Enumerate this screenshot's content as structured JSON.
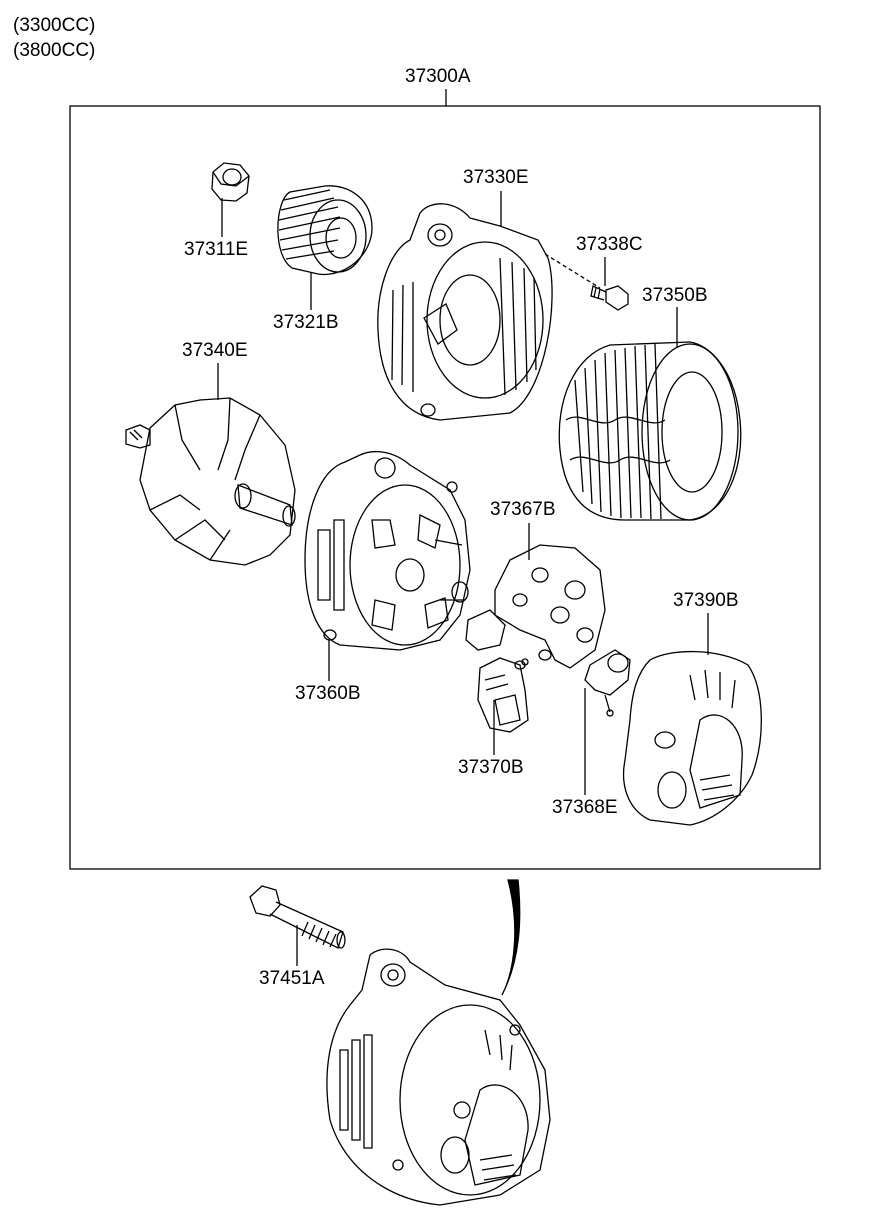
{
  "engines": [
    "(3300CC)",
    "(3800CC)"
  ],
  "assembly_number": "37300A",
  "parts": {
    "nut": "37311E",
    "pulley": "37321B",
    "front_bracket": "37330E",
    "bolt_small": "37338C",
    "stator": "37350B",
    "rotor": "37340E",
    "rear_bracket": "37360B",
    "rectifier": "37367B",
    "rear_cover": "37390B",
    "regulator": "37370B",
    "terminal_insulator": "37368E",
    "through_bolt": "37451A"
  }
}
